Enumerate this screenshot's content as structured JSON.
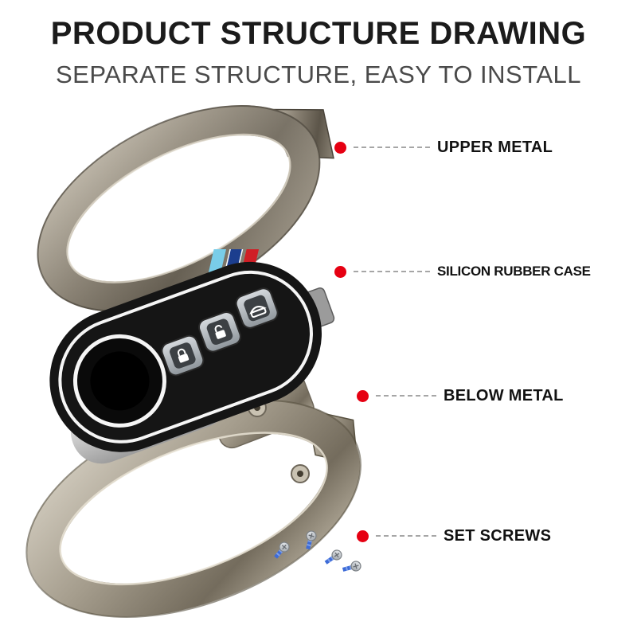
{
  "header": {
    "title": "PRODUCT STRUCTURE DRAWING",
    "subtitle": "SEPARATE STRUCTURE, EASY TO INSTALL"
  },
  "callouts": [
    {
      "label": "UPPER METAL"
    },
    {
      "label": "SILICON RUBBER CASE"
    },
    {
      "label": "BELOW METAL"
    },
    {
      "label": "SET SCREWS"
    }
  ],
  "parts": [
    "upper-metal-frame",
    "silicone-rubber-key-case",
    "below-metal-frame",
    "set-screws"
  ],
  "colors": {
    "callout_dot": "#e60012",
    "title_text": "#1b1b1b",
    "subtitle_text": "#4a4a4a",
    "leader_line": "#a6a6a6",
    "stripe_light_blue": "#79cde9",
    "stripe_navy": "#1c3e8e",
    "stripe_red": "#d01f26"
  }
}
